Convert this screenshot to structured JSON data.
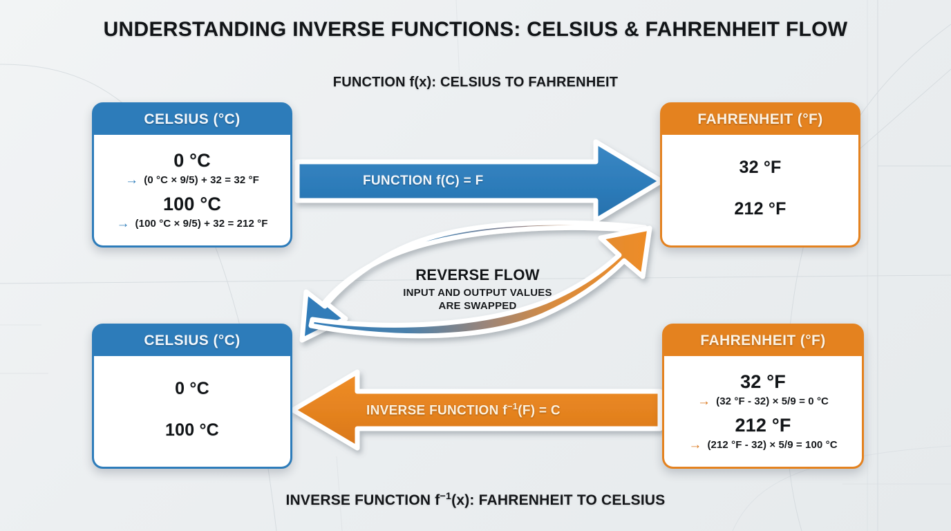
{
  "title": "UNDERSTANDING INVERSE FUNCTIONS: CELSIUS & FAHRENHEIT FLOW",
  "subtitle": "FUNCTION f(x): CELSIUS TO FAHRENHEIT",
  "bottom_caption_pre": "INVERSE FUNCTION f",
  "bottom_caption_sup": "−1",
  "bottom_caption_post": "(x): FAHRENHEIT TO CELSIUS",
  "colors": {
    "blue": "#2d7cba",
    "blue_dark": "#1f6aa5",
    "orange": "#e4821f",
    "orange_dark": "#d9761a",
    "background": "#eceff1",
    "card_body": "#ffffff",
    "text_dark": "#111417"
  },
  "cards": {
    "top_left": {
      "header": "CELSIUS (°C)",
      "accent": "blue",
      "entries": [
        {
          "value": "0 °C",
          "formula": "(0 °C × 9/5) + 32 = 32 °F",
          "arrow": "→"
        },
        {
          "value": "100 °C",
          "formula": "(100 °C × 9/5) + 32 = 212 °F",
          "arrow": "→"
        }
      ]
    },
    "top_right": {
      "header": "FAHRENHEIT (°F)",
      "accent": "orange",
      "entries": [
        {
          "value": "32 °F",
          "formula": "",
          "arrow": ""
        },
        {
          "value": "212 °F",
          "formula": "",
          "arrow": ""
        }
      ]
    },
    "bottom_left": {
      "header": "CELSIUS (°C)",
      "accent": "blue",
      "entries": [
        {
          "value": "0 °C",
          "formula": "",
          "arrow": ""
        },
        {
          "value": "100 °C",
          "formula": "",
          "arrow": ""
        }
      ]
    },
    "bottom_right": {
      "header": "FAHRENHEIT (°F)",
      "accent": "orange",
      "entries": [
        {
          "value": "32 °F",
          "formula": "(32 °F - 32) × 5/9 = 0 °C",
          "arrow": "→"
        },
        {
          "value": "212 °F",
          "formula": "(212 °F - 32) × 5/9 = 100 °C",
          "arrow": "→"
        }
      ]
    }
  },
  "arrows": {
    "forward": {
      "label": "FUNCTION f(C) = F",
      "direction": "right",
      "color": "blue"
    },
    "inverse": {
      "label_pre": "INVERSE FUNCTION f",
      "label_sup": "−1",
      "label_post": "(F) = C",
      "direction": "left",
      "color": "orange"
    }
  },
  "reverse_flow": {
    "title": "REVERSE FLOW",
    "line1": "INPUT AND OUTPUT VALUES",
    "line2": "ARE SWAPPED"
  }
}
